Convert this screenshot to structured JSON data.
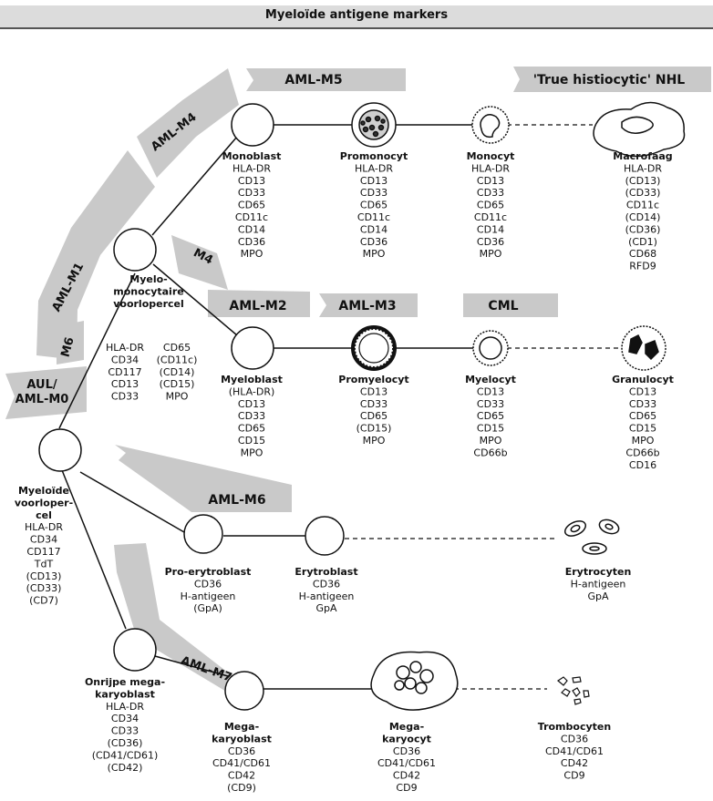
{
  "title": "Myeloïde antigene markers",
  "bands": {
    "aml_m5": "AML-M5",
    "true_histiocytic": "'True histiocytic' NHL",
    "aml_m4": "AML-M4",
    "m4": "M4",
    "aml_m1": "AML-M1",
    "m6": "M6",
    "aul_l1": "AUL/",
    "aul_l2": "AML-M0",
    "aml_m2": "AML-M2",
    "aml_m3": "AML-M3",
    "cml": "CML",
    "aml_m6": "AML-M6",
    "aml_m7": "AML-M7"
  },
  "cells": {
    "monoblast": {
      "name": "Monoblast",
      "markers": [
        "HLA-DR",
        "CD13",
        "CD33",
        "CD65",
        "CD11c",
        "CD14",
        "CD36",
        "MPO"
      ]
    },
    "promonocyt": {
      "name": "Promonocyt",
      "markers": [
        "HLA-DR",
        "CD13",
        "CD33",
        "CD65",
        "CD11c",
        "CD14",
        "CD36",
        "MPO"
      ]
    },
    "monocyt": {
      "name": "Monocyt",
      "markers": [
        "HLA-DR",
        "CD13",
        "CD33",
        "CD65",
        "CD11c",
        "CD14",
        "CD36",
        "MPO"
      ]
    },
    "macrofaag": {
      "name": "Macrofaag",
      "markers": [
        "HLA-DR",
        "(CD13)",
        "(CD33)",
        "CD11c",
        "(CD14)",
        "(CD36)",
        "(CD1)",
        "CD68",
        "RFD9"
      ]
    },
    "myelomono": {
      "name1": "Myelo-",
      "name2": "monocytaire",
      "name3": "voorlopercel",
      "markers_left": [
        "HLA-DR",
        "CD34",
        "CD117",
        "CD13",
        "CD33"
      ],
      "markers_right": [
        "CD65",
        "(CD11c)",
        "(CD14)",
        "(CD15)",
        "MPO"
      ]
    },
    "myeloblast": {
      "name": "Myeloblast",
      "markers": [
        "(HLA-DR)",
        "CD13",
        "CD33",
        "CD65",
        "CD15",
        "MPO"
      ]
    },
    "promyelocyt": {
      "name": "Promyelocyt",
      "markers": [
        "CD13",
        "CD33",
        "CD65",
        "(CD15)",
        "MPO"
      ]
    },
    "myelocyt": {
      "name": "Myelocyt",
      "markers": [
        "CD13",
        "CD33",
        "CD65",
        "CD15",
        "MPO",
        "CD66b"
      ]
    },
    "granulocyt": {
      "name": "Granulocyt",
      "markers": [
        "CD13",
        "CD33",
        "CD65",
        "CD15",
        "MPO",
        "CD66b",
        "CD16"
      ]
    },
    "myeloide": {
      "name1": "Myeloïde",
      "name2": "voorloper-",
      "name3": "cel",
      "markers": [
        "HLA-DR",
        "CD34",
        "CD117",
        "TdT",
        "(CD13)",
        "(CD33)",
        "(CD7)"
      ]
    },
    "proerytroblast": {
      "name": "Pro-erytroblast",
      "markers": [
        "CD36",
        "H-antigeen",
        "(GpA)"
      ]
    },
    "erytroblast": {
      "name": "Erytroblast",
      "markers": [
        "CD36",
        "H-antigeen",
        "GpA"
      ]
    },
    "erytrocyten": {
      "name": "Erytrocyten",
      "markers": [
        "H-antigeen",
        "GpA"
      ]
    },
    "onrijpe": {
      "name1": "Onrijpe mega-",
      "name2": "karyoblast",
      "markers": [
        "HLA-DR",
        "CD34",
        "CD33",
        "(CD36)",
        "(CD41/CD61)",
        "(CD42)"
      ]
    },
    "megakaryoblast": {
      "name1": "Mega-",
      "name2": "karyoblast",
      "markers": [
        "CD36",
        "CD41/CD61",
        "CD42",
        "(CD9)"
      ]
    },
    "megakaryocyt": {
      "name1": "Mega-",
      "name2": "karyocyt",
      "markers": [
        "CD36",
        "CD41/CD61",
        "CD42",
        "CD9"
      ]
    },
    "trombocyten": {
      "name": "Trombocyten",
      "markers": [
        "CD36",
        "CD41/CD61",
        "CD42",
        "CD9"
      ]
    }
  }
}
